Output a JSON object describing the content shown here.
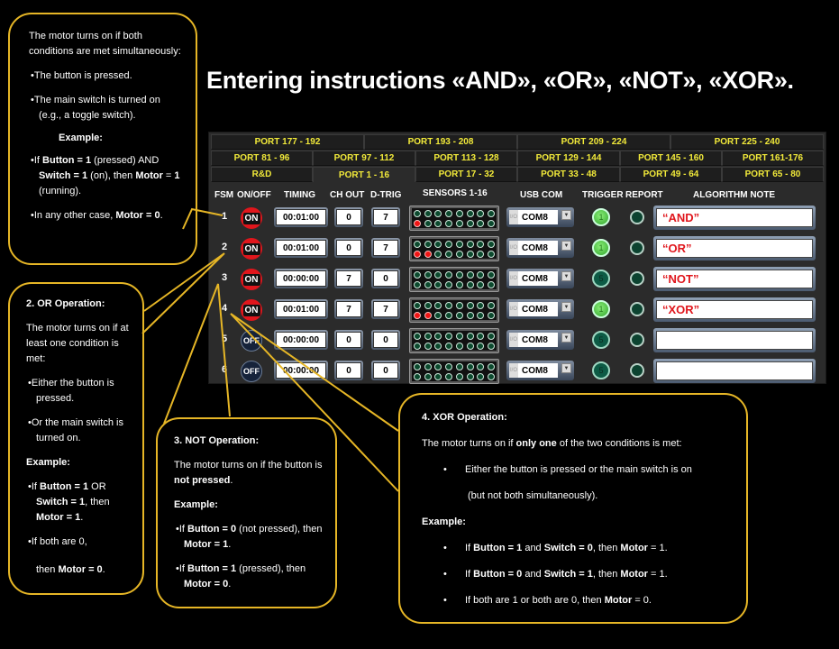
{
  "title": "Entering instructions «AND», «OR», «NOT», «XOR».",
  "panel": {
    "tabs_row1": [
      "PORT 177 - 192",
      "PORT 193 - 208",
      "PORT 209 - 224",
      "PORT 225 - 240"
    ],
    "tabs_row2": [
      "PORT 81 - 96",
      "PORT 97 - 112",
      "PORT 113 - 128",
      "PORT 129 - 144",
      "PORT 145 - 160",
      "PORT 161-176"
    ],
    "tabs_row3": [
      "R&D",
      "PORT 1 - 16",
      "PORT 17 - 32",
      "PORT 33 - 48",
      "PORT 49 - 64",
      "PORT 65 - 80"
    ],
    "active_tab": "PORT 1 - 16",
    "headers": {
      "fsm": "FSM",
      "onoff": "ON/OFF",
      "timing": "TIMING",
      "chout": "CH OUT",
      "dtrig": "D-TRIG",
      "sensors": "SENSORS 1-16",
      "usbcom": "USB COM",
      "trigger": "TRIGGER",
      "report": "REPORT",
      "note": "ALGORITHM NOTE"
    },
    "rows": [
      {
        "fsm": "1",
        "state": "ON",
        "timing": "00:01:00",
        "chout": "0",
        "dtrig": "7",
        "lit_sensors": [
          9
        ],
        "com": "COM8",
        "trigger": "1",
        "trigger_on": true,
        "note": "“AND”"
      },
      {
        "fsm": "2",
        "state": "ON",
        "timing": "00:01:00",
        "chout": "0",
        "dtrig": "7",
        "lit_sensors": [
          9,
          10
        ],
        "com": "COM8",
        "trigger": "1",
        "trigger_on": true,
        "note": "“OR”"
      },
      {
        "fsm": "3",
        "state": "ON",
        "timing": "00:00:00",
        "chout": "7",
        "dtrig": "0",
        "lit_sensors": [],
        "com": "COM8",
        "trigger": "5",
        "trigger_on": false,
        "note": "“NOT”"
      },
      {
        "fsm": "4",
        "state": "ON",
        "timing": "00:01:00",
        "chout": "7",
        "dtrig": "7",
        "lit_sensors": [
          9,
          10
        ],
        "com": "COM8",
        "trigger": "1",
        "trigger_on": true,
        "note": "“XOR”"
      },
      {
        "fsm": "5",
        "state": "OFF",
        "timing": "00:00:00",
        "chout": "0",
        "dtrig": "0",
        "lit_sensors": [],
        "com": "COM8",
        "trigger": "5",
        "trigger_on": false,
        "note": ""
      },
      {
        "fsm": "6",
        "state": "OFF",
        "timing": "00:00:00",
        "chout": "0",
        "dtrig": "0",
        "lit_sensors": [],
        "com": "COM8",
        "trigger": "5",
        "trigger_on": false,
        "note": ""
      }
    ],
    "io_icon": "I/O"
  },
  "callouts": {
    "and": {
      "intro": "The motor turns on if both conditions are met simultaneously:",
      "b1": "The button is pressed.",
      "b2": "The main switch is turned on (e.g., a toggle switch).",
      "example": "Example:",
      "ex1": [
        "If ",
        "Button = 1",
        " (pressed) AND ",
        "Switch = 1",
        " (on), then ",
        "Motor",
        " = ",
        "1",
        " (running)."
      ],
      "ex2": [
        "In any other case, ",
        "Motor = 0",
        "."
      ]
    },
    "or": {
      "heading": "2. OR Operation:",
      "intro": "The motor turns on if at least one condition is met:",
      "b1": "Either the button is pressed.",
      "b2": "Or the main switch is turned on.",
      "example": "Example:",
      "ex1": [
        "If ",
        "Button = 1",
        " OR ",
        "Switch = 1",
        ", then ",
        "Motor = 1",
        "."
      ],
      "ex2a": "If both are 0,",
      "ex2b": [
        "then ",
        "Motor = 0",
        "."
      ]
    },
    "not": {
      "heading": "3. NOT Operation:",
      "intro": [
        "The motor turns on if the button is ",
        "not pressed",
        "."
      ],
      "example": "Example:",
      "ex1": [
        "If ",
        "Button = 0",
        " (not pressed), then ",
        "Motor = 1",
        "."
      ],
      "ex2": [
        "If ",
        "Button = 1",
        " (pressed), then ",
        "Motor = 0",
        "."
      ]
    },
    "xor": {
      "heading": "4. XOR Operation:",
      "intro": [
        "The motor turns on if ",
        "only one",
        " of the two conditions is met:"
      ],
      "b1": "Either the button is pressed or the main switch is on",
      "b1b": "(but not both simultaneously).",
      "example": "Example:",
      "ex1": [
        "If ",
        "Button = 1",
        " and ",
        "Switch = 0",
        ", then ",
        "Motor",
        " = 1."
      ],
      "ex2": [
        "If ",
        "Button = 0",
        " and ",
        "Switch = 1",
        ", then ",
        "Motor",
        " = 1."
      ],
      "ex3": [
        "If both are 1 or both are 0, then ",
        "Motor",
        " = 0."
      ]
    }
  },
  "colors": {
    "accent_yellow": "#e6b626",
    "tab_text": "#f2ea3a",
    "on_red": "#e0161c",
    "note_red": "#e0161c"
  }
}
